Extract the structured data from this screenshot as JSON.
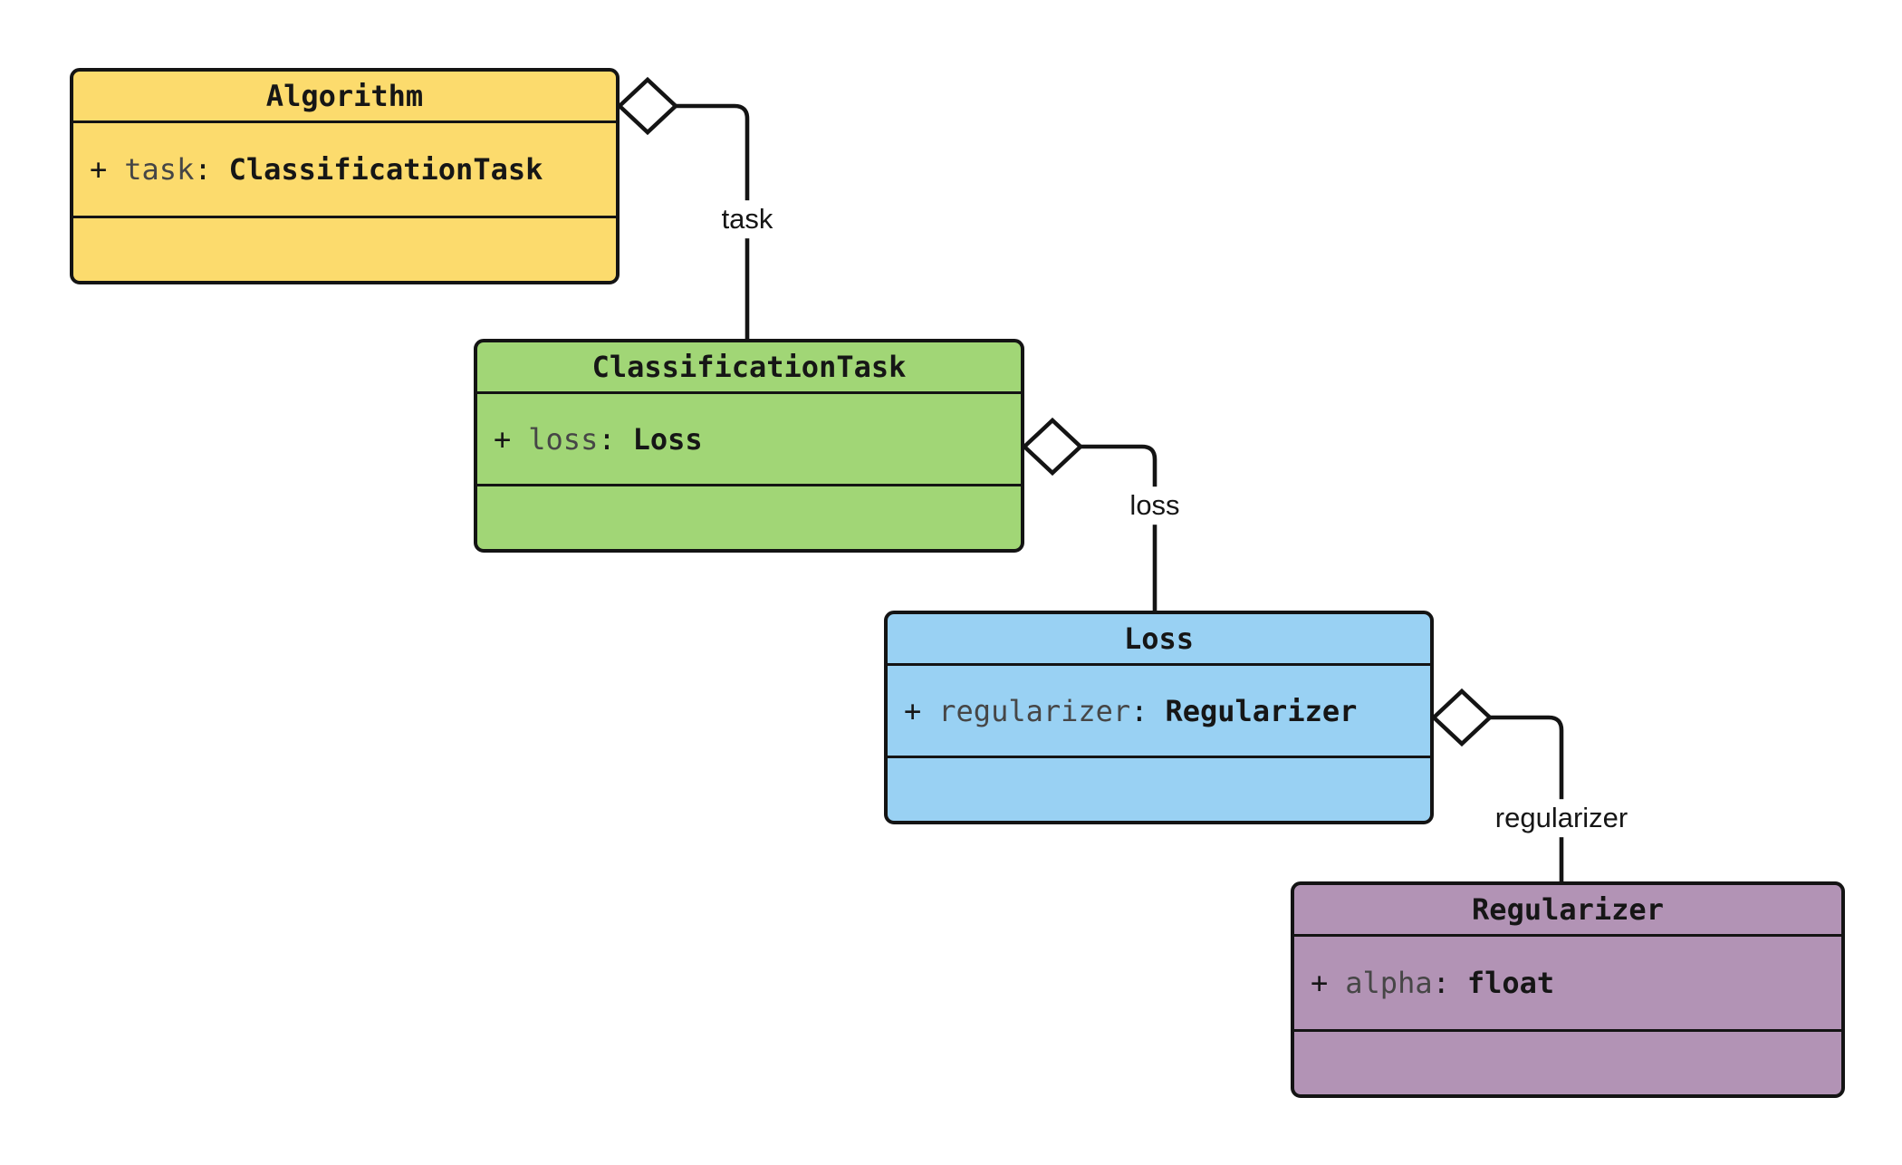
{
  "diagram": {
    "type": "uml-class-diagram",
    "colors": {
      "line": "#141414",
      "text": "#161616",
      "attribute_name": "#464646",
      "background": "#ffffff",
      "diamond_fill": "#ffffff"
    },
    "classes": [
      {
        "name": "Algorithm",
        "fill": "#FCDB6D",
        "attribute": {
          "visibility": "+",
          "name": "task",
          "colon": ":",
          "type": "ClassificationTask"
        }
      },
      {
        "name": "ClassificationTask",
        "fill": "#A1D676",
        "attribute": {
          "visibility": "+",
          "name": "loss",
          "colon": ":",
          "type": "Loss"
        }
      },
      {
        "name": "Loss",
        "fill": "#99D1F3",
        "attribute": {
          "visibility": "+",
          "name": "regularizer",
          "colon": ":",
          "type": "Regularizer"
        }
      },
      {
        "name": "Regularizer",
        "fill": "#B293B5",
        "attribute": {
          "visibility": "+",
          "name": "alpha",
          "colon": ":",
          "type": "float"
        }
      }
    ],
    "edges": [
      {
        "label": "task",
        "kind": "aggregation",
        "from": "Algorithm",
        "to": "ClassificationTask"
      },
      {
        "label": "loss",
        "kind": "aggregation",
        "from": "ClassificationTask",
        "to": "Loss"
      },
      {
        "label": "regularizer",
        "kind": "aggregation",
        "from": "Loss",
        "to": "Regularizer"
      }
    ]
  }
}
